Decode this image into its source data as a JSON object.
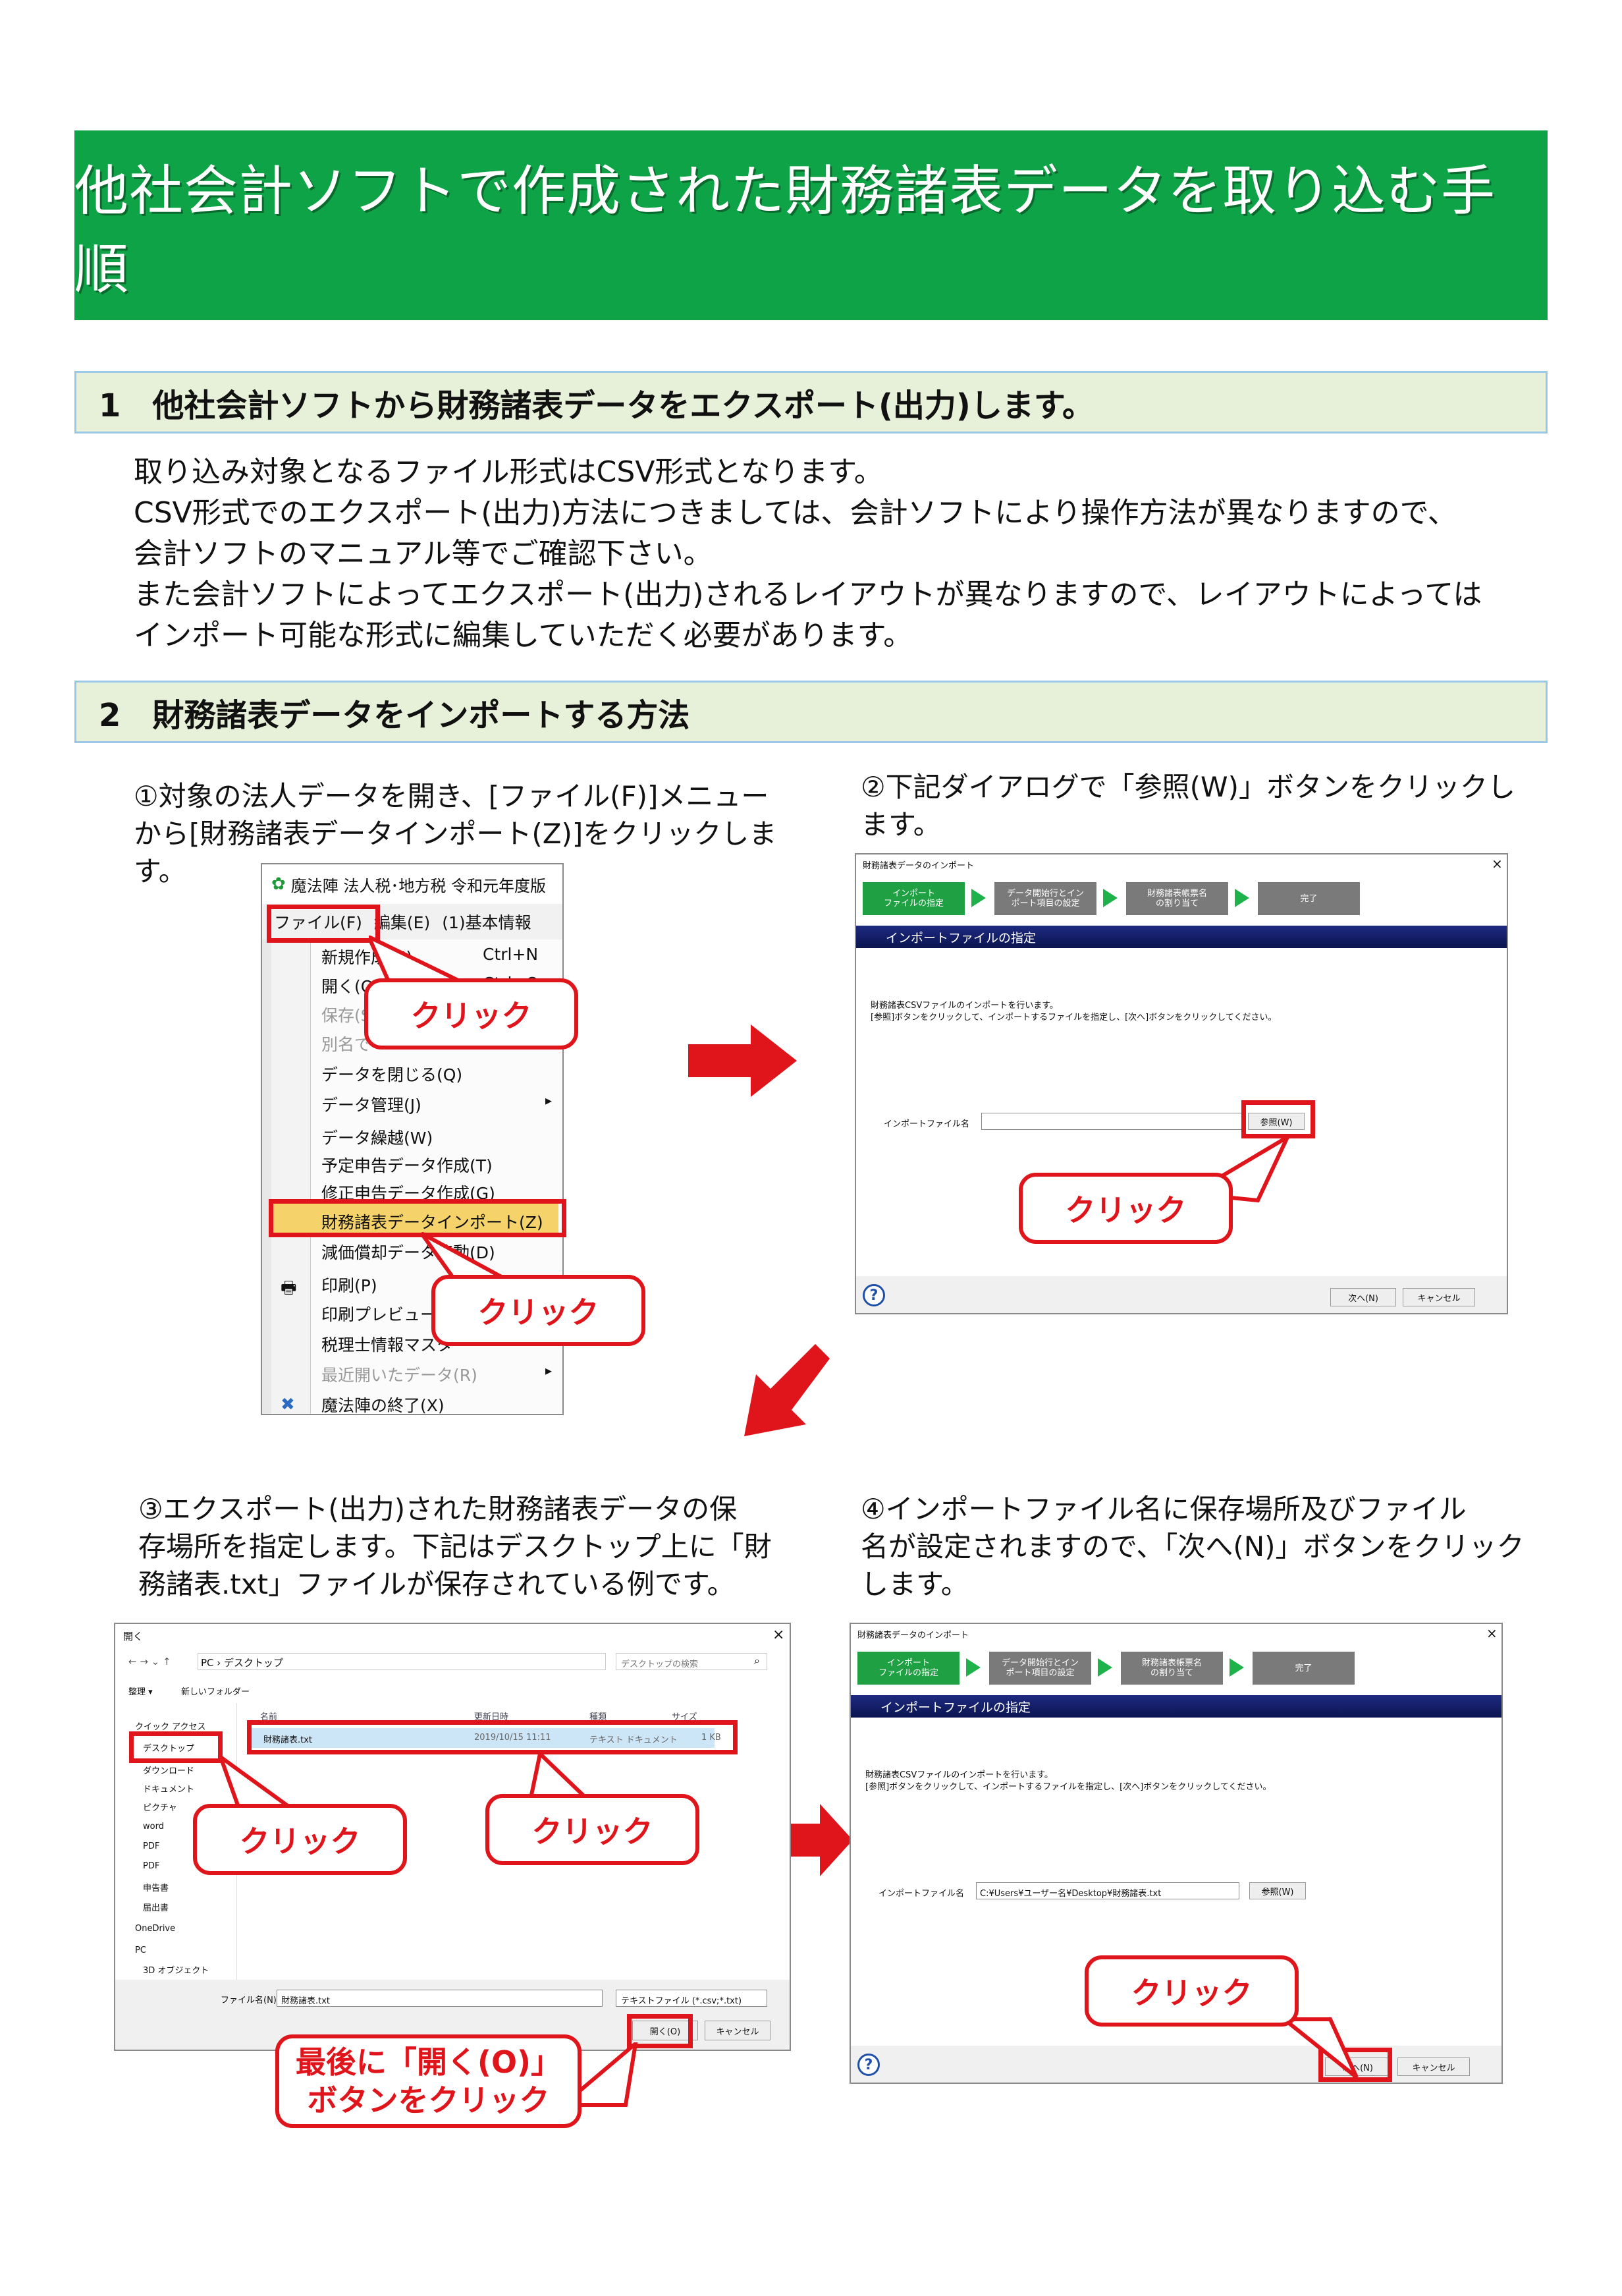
{
  "title": "他社会計ソフトで作成された財務諸表データを取り込む手順",
  "section1": {
    "heading": "1　他社会計ソフトから財務諸表データをエクスポート(出力)します。",
    "lines": [
      "取り込み対象となるファイル形式はCSV形式となります。",
      "CSV形式でのエクスポート(出力)方法につきましては、会計ソフトにより操作方法が異なりますので、",
      "会計ソフトのマニュアル等でご確認下さい。",
      "また会計ソフトによってエクスポート(出力)されるレイアウトが異なりますので、レイアウトによっては",
      "インポート可能な形式に編集していただく必要があります。"
    ]
  },
  "section2": {
    "heading": "2　財務諸表データをインポートする方法"
  },
  "step1": {
    "lines": [
      "①対象の法人データを開き、[ファイル(F)]メニュー",
      "から[財務諸表データインポート(Z)]をクリックしま",
      "す。"
    ],
    "app_title": "魔法陣 法人税･地方税 令和元年度版",
    "menubar": [
      "ファイル(F)",
      "編集(E)",
      "(1)基本情報"
    ],
    "menu_items": [
      "新規作成(N)",
      "開く(O)",
      "保存(S)",
      "別名で",
      "データを閉じる(Q)",
      "データ管理(J)",
      "データ繰越(W)",
      "予定申告データ作成(T)",
      "修正申告データ作成(G)",
      "財務諸表データインポート(Z)",
      "減価償却データ連動(D)",
      "印刷(P)",
      "印刷プレビュー",
      "税理士情報マスタ",
      "最近開いたデータ(R)",
      "魔法陣の終了(X)"
    ],
    "shortcuts": [
      "Ctrl+N",
      "Ctrl+O"
    ],
    "callout1": "クリック",
    "callout2": "クリック"
  },
  "step2": {
    "lines": [
      "②下記ダイアログで「参照(W)」ボタンをクリックし",
      "ます。"
    ],
    "dialog_title": "財務諸表データのインポート",
    "wizard": [
      "インポート\nファイルの指定",
      "データ開始行とイン\nポート項目の設定",
      "財務諸表帳票名\nの割り当て",
      "完了"
    ],
    "bar": "インポートファイルの指定",
    "desc1": "財務諸表CSVファイルのインポートを行います。",
    "desc2": "[参照]ボタンをクリックして、インポートするファイルを指定し、[次へ]ボタンをクリックしてください。",
    "field_label": "インポートファイル名",
    "browse": "参照(W)",
    "next": "次へ(N)",
    "cancel": "キャンセル",
    "callout": "クリック"
  },
  "step3": {
    "lines": [
      "③エクスポート(出力)された財務諸表データの保",
      "存場所を指定します。下記はデスクトップ上に「財",
      "務諸表.txt」ファイルが保存されている例です。"
    ],
    "window_title": "開く",
    "path": "PC › デスクトップ",
    "search": "デスクトップの検索",
    "organize": "整理 ▾",
    "new_folder": "新しいフォルダー",
    "nav": [
      "クイック アクセス",
      "デスクトップ",
      "ダウンロード",
      "ドキュメント",
      "ピクチャ",
      "word",
      "PDF",
      "PDF",
      "申告書",
      "届出書",
      "OneDrive",
      "PC",
      "3D オブジェクト"
    ],
    "columns": [
      "名前",
      "更新日時",
      "種類",
      "サイズ"
    ],
    "file": {
      "name": "財務諸表.txt",
      "date": "2019/10/15 11:11",
      "type": "テキスト ドキュメント",
      "size": "1 KB"
    },
    "filename_label": "ファイル名(N):",
    "filename_value": "財務諸表.txt",
    "filter": "テキストファイル (*.csv;*.txt)",
    "open": "開く(O)",
    "cancel": "キャンセル",
    "callout1": "クリック",
    "callout2": "クリック",
    "callout3": "最後に「開く(O)」\nボタンをクリック"
  },
  "step4": {
    "lines": [
      "④インポートファイル名に保存場所及びファイル",
      "名が設定されますので、「次へ(N)」ボタンをクリック",
      "します。"
    ],
    "dialog_title": "財務諸表データのインポート",
    "wizard": [
      "インポート\nファイルの指定",
      "データ開始行とイン\nポート項目の設定",
      "財務諸表帳票名\nの割り当て",
      "完了"
    ],
    "bar": "インポートファイルの指定",
    "desc1": "財務諸表CSVファイルのインポートを行います。",
    "desc2": "[参照]ボタンをクリックして、インポートするファイルを指定し、[次へ]ボタンをクリックしてください。",
    "field_label": "インポートファイル名",
    "field_value": "C:¥Users¥ユーザー名¥Desktop¥財務諸表.txt",
    "browse": "参照(W)",
    "next": "次へ(N)",
    "cancel": "キャンセル",
    "callout": "クリック"
  },
  "colors": {
    "banner": "#0fa348",
    "accent_red": "#e0141b",
    "section_bg": "#e7f0d8",
    "section_border": "#9cc7e6"
  }
}
